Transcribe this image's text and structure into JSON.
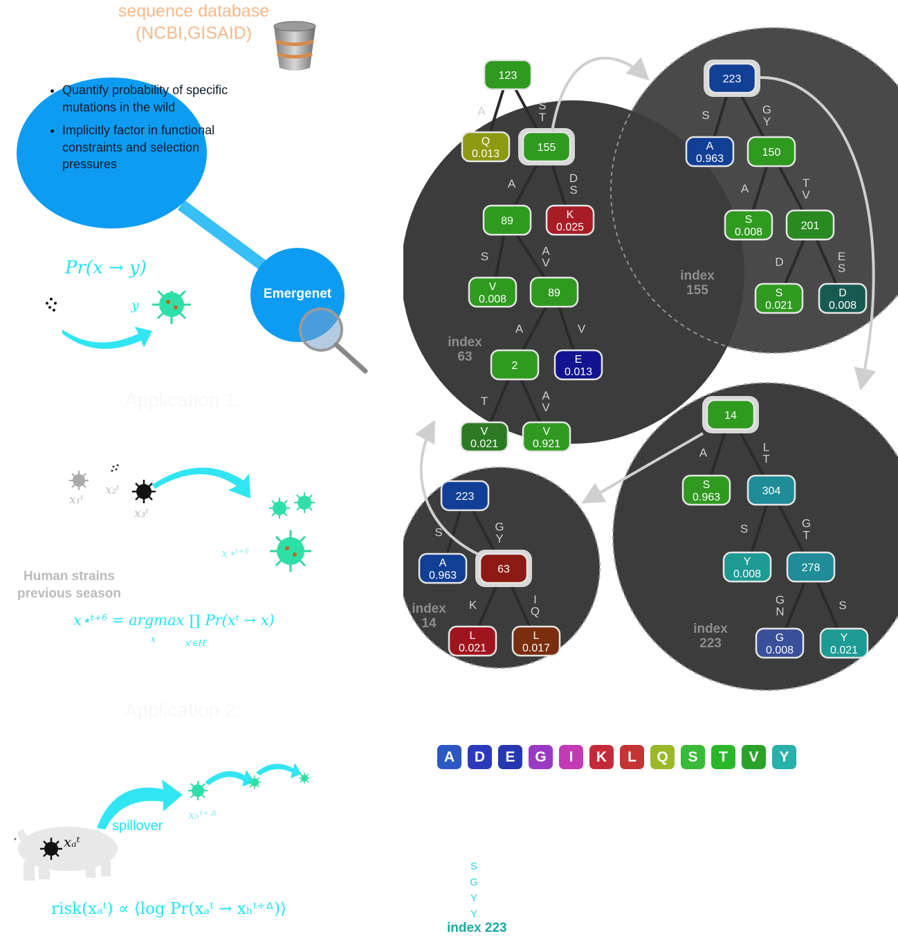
{
  "database": {
    "title_line1": "sequence database",
    "title_line2": "(NCBI,GISAID)"
  },
  "bullets": [
    "Quantify probability of specific mutations in the wild",
    "Implicitly factor in functional constraints and selection pressures"
  ],
  "emergenet_label": "Emergenet",
  "pr_formula": "Pr(x → y)",
  "y_label": "y",
  "application1": {
    "title": "Application 1:",
    "x1": "x₁ᵗ",
    "x2": "x₂ᵗ",
    "x3": "x₃ᵗ",
    "xstar": "x⋆ᵗ⁺ᵟ",
    "human_line1": "Human strains",
    "human_line2": "previous season",
    "formula": "x⋆ᵗ⁺ᵟ = argmax ∏ Pr(xᵗ → x)",
    "formula_sub_x": "x",
    "formula_sub_prod": "xᵗ∈Hᵗ"
  },
  "application2": {
    "title": "Application 2:",
    "spillover": "spillover",
    "xa": "xₐᵗ",
    "xh": "xₕᵗ⁺ᐞ",
    "formula": "risk(xₐᵗ) ∝ ⟨log Pr(xₐᵗ → xₕᵗ⁺ᐞ)⟩"
  },
  "colors": {
    "bubble": "#0e9cf2",
    "math": "#22e4f2",
    "tree_circle": "#3c3c3c"
  },
  "trees": [
    {
      "index_label": [
        "index",
        "63"
      ],
      "nodes": [
        {
          "id": "a",
          "l1": "123",
          "l2": "",
          "fill": "#2f9a1f"
        },
        {
          "id": "b",
          "l1": "Q",
          "l2": "0.013",
          "fill": "#8c9a12"
        },
        {
          "id": "c",
          "l1": "155",
          "l2": "",
          "fill": "#2f9a1f"
        },
        {
          "id": "d",
          "l1": "89",
          "l2": "",
          "fill": "#2f9a1f"
        },
        {
          "id": "e",
          "l1": "K",
          "l2": "0.025",
          "fill": "#a81c26"
        },
        {
          "id": "f",
          "l1": "V",
          "l2": "0.008",
          "fill": "#2f9a1f"
        },
        {
          "id": "g",
          "l1": "89",
          "l2": "",
          "fill": "#2f9a1f"
        },
        {
          "id": "h",
          "l1": "2",
          "l2": "",
          "fill": "#2f9a1f"
        },
        {
          "id": "i",
          "l1": "E",
          "l2": "0.013",
          "fill": "#12148f"
        },
        {
          "id": "j",
          "l1": "V",
          "l2": "0.021",
          "fill": "#2c7a24"
        },
        {
          "id": "k",
          "l1": "V",
          "l2": "0.921",
          "fill": "#2f9a1f"
        }
      ],
      "edges": [
        {
          "from": "a",
          "to": "b",
          "label": [
            "A"
          ]
        },
        {
          "from": "a",
          "to": "c",
          "label": [
            "S",
            "T"
          ]
        },
        {
          "from": "c",
          "to": "d",
          "label": [
            "A"
          ]
        },
        {
          "from": "c",
          "to": "e",
          "label": [
            "D",
            "S"
          ]
        },
        {
          "from": "d",
          "to": "f",
          "label": [
            "S"
          ]
        },
        {
          "from": "d",
          "to": "g",
          "label": [
            "A",
            "V"
          ]
        },
        {
          "from": "g",
          "to": "h",
          "label": [
            "A"
          ]
        },
        {
          "from": "g",
          "to": "i",
          "label": [
            "V"
          ]
        },
        {
          "from": "h",
          "to": "j",
          "label": [
            "T"
          ]
        },
        {
          "from": "h",
          "to": "k",
          "label": [
            "A",
            "V"
          ]
        }
      ]
    },
    {
      "index_label": [
        "index",
        "155"
      ],
      "nodes": [
        {
          "id": "a",
          "l1": "223",
          "l2": "",
          "fill": "#123f96"
        },
        {
          "id": "b",
          "l1": "A",
          "l2": "0.963",
          "fill": "#123f96"
        },
        {
          "id": "c",
          "l1": "150",
          "l2": "",
          "fill": "#2f9a1f"
        },
        {
          "id": "d",
          "l1": "S",
          "l2": "0.008",
          "fill": "#2f9a1f"
        },
        {
          "id": "e",
          "l1": "201",
          "l2": "",
          "fill": "#2a8a22"
        },
        {
          "id": "f",
          "l1": "S",
          "l2": "0.021",
          "fill": "#2f9a1f"
        },
        {
          "id": "g",
          "l1": "D",
          "l2": "0.008",
          "fill": "#165a52"
        }
      ],
      "edges": [
        {
          "from": "a",
          "to": "b",
          "label": [
            "S"
          ]
        },
        {
          "from": "a",
          "to": "c",
          "label": [
            "G",
            "Y"
          ]
        },
        {
          "from": "c",
          "to": "d",
          "label": [
            "A"
          ]
        },
        {
          "from": "c",
          "to": "e",
          "label": [
            "T",
            "V"
          ]
        },
        {
          "from": "e",
          "to": "f",
          "label": [
            "D"
          ]
        },
        {
          "from": "e",
          "to": "g",
          "label": [
            "E",
            "S"
          ]
        }
      ]
    },
    {
      "index_label": [
        "index",
        "14"
      ],
      "nodes": [
        {
          "id": "a",
          "l1": "223",
          "l2": "",
          "fill": "#123f96"
        },
        {
          "id": "b",
          "l1": "A",
          "l2": "0.963",
          "fill": "#123f96"
        },
        {
          "id": "c",
          "l1": "63",
          "l2": "",
          "fill": "#8c1a14"
        },
        {
          "id": "d",
          "l1": "L",
          "l2": "0.021",
          "fill": "#a0141e"
        },
        {
          "id": "e",
          "l1": "L",
          "l2": "0.017",
          "fill": "#7a2e0e"
        }
      ],
      "edges": [
        {
          "from": "a",
          "to": "b",
          "label": [
            "S"
          ]
        },
        {
          "from": "a",
          "to": "c",
          "label": [
            "G",
            "Y"
          ]
        },
        {
          "from": "c",
          "to": "d",
          "label": [
            "K"
          ]
        },
        {
          "from": "c",
          "to": "e",
          "label": [
            "I",
            "Q"
          ]
        }
      ]
    },
    {
      "index_label": [
        "index",
        "223"
      ],
      "nodes": [
        {
          "id": "a",
          "l1": "14",
          "l2": "",
          "fill": "#2f9a1f"
        },
        {
          "id": "b",
          "l1": "S",
          "l2": "0.963",
          "fill": "#2f9a1f"
        },
        {
          "id": "c",
          "l1": "304",
          "l2": "",
          "fill": "#1f8c98"
        },
        {
          "id": "d",
          "l1": "Y",
          "l2": "0.008",
          "fill": "#1e9a94"
        },
        {
          "id": "e",
          "l1": "278",
          "l2": "",
          "fill": "#1f8c98"
        },
        {
          "id": "f",
          "l1": "G",
          "l2": "0.008",
          "fill": "#3a4f9a"
        },
        {
          "id": "g",
          "l1": "Y",
          "l2": "0.021",
          "fill": "#1e9a94"
        }
      ],
      "edges": [
        {
          "from": "a",
          "to": "b",
          "label": [
            "A"
          ]
        },
        {
          "from": "a",
          "to": "c",
          "label": [
            "L",
            "T"
          ]
        },
        {
          "from": "c",
          "to": "d",
          "label": [
            "S"
          ]
        },
        {
          "from": "c",
          "to": "e",
          "label": [
            "G",
            "T"
          ]
        },
        {
          "from": "e",
          "to": "f",
          "label": [
            "G",
            "N"
          ]
        },
        {
          "from": "e",
          "to": "g",
          "label": [
            "S"
          ]
        }
      ]
    }
  ],
  "legend": [
    {
      "letter": "A",
      "color": "#2b58c2"
    },
    {
      "letter": "D",
      "color": "#2a3aba"
    },
    {
      "letter": "E",
      "color": "#2538b0"
    },
    {
      "letter": "G",
      "color": "#9a3ac4"
    },
    {
      "letter": "I",
      "color": "#c23ab4"
    },
    {
      "letter": "K",
      "color": "#c42a3a"
    },
    {
      "letter": "L",
      "color": "#c43434"
    },
    {
      "letter": "Q",
      "color": "#9ab82a"
    },
    {
      "letter": "S",
      "color": "#3aba3a"
    },
    {
      "letter": "T",
      "color": "#2ab82a"
    },
    {
      "letter": "V",
      "color": "#2aa22a"
    },
    {
      "letter": "Y",
      "color": "#2ab0aa"
    }
  ],
  "stack": {
    "letters": [
      "S",
      "G",
      "Y",
      "Y"
    ],
    "label": "index 223"
  }
}
